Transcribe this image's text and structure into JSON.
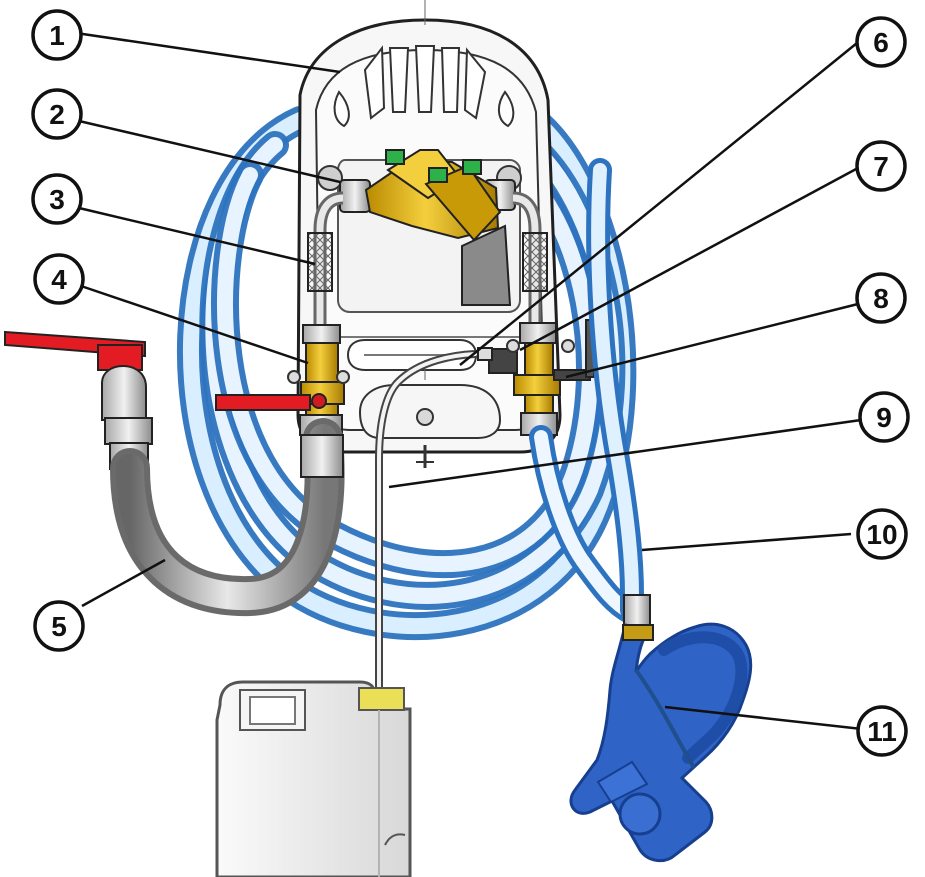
{
  "diagram": {
    "callouts": [
      {
        "id": "1",
        "label": "1"
      },
      {
        "id": "2",
        "label": "2"
      },
      {
        "id": "3",
        "label": "3"
      },
      {
        "id": "4",
        "label": "4"
      },
      {
        "id": "5",
        "label": "5"
      },
      {
        "id": "6",
        "label": "6"
      },
      {
        "id": "7",
        "label": "7"
      },
      {
        "id": "8",
        "label": "8"
      },
      {
        "id": "9",
        "label": "9"
      },
      {
        "id": "10",
        "label": "10"
      },
      {
        "id": "11",
        "label": "11"
      }
    ],
    "colors": {
      "background": "#ffffff",
      "outline": "#1f1f1f",
      "hose_blue": "#7fb2e5",
      "hose_blue_dark": "#3d7cc8",
      "brass": "#e0b11b",
      "brass_dark": "#9b7600",
      "valve_red": "#e31b23",
      "gray_body": "#8f8f8f",
      "light_gray": "#d9d9d9",
      "nozzle_blue": "#2f63c6",
      "green_cap": "#2db24a"
    }
  }
}
